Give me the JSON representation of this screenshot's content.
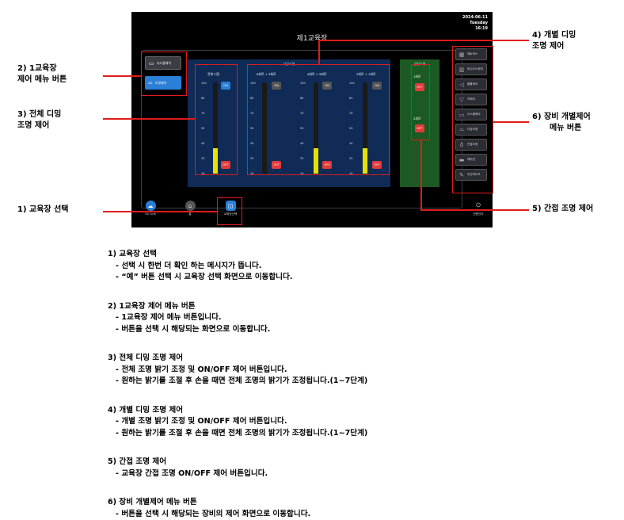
{
  "screen": {
    "title": "제1교육장",
    "date": "2024-06-11",
    "weekday": "Tuesday",
    "time": "16:19",
    "menu_left": [
      {
        "icon": "monitor-icon",
        "label": "디스플레이"
      },
      {
        "icon": "lamp-icon",
        "label": "조명제어"
      }
    ],
    "dimming_header": "디밍조명",
    "indirect_header": "간접조명",
    "total_dimming": {
      "label": "전체 디밍",
      "on": "ON",
      "off": "OFF",
      "level": 0.28
    },
    "zones": [
      {
        "label": "6회로 + 3회로",
        "on": "ON",
        "off": "OFF",
        "level": 0
      },
      {
        "label": "4회로 + 5회로",
        "on": "ON",
        "off": "OFF",
        "level": 0.28
      },
      {
        "label": "2회로 + 1회로",
        "on": "ON",
        "off": "OFF",
        "level": 0.28
      }
    ],
    "scale_ticks": [
      "100",
      "85",
      "70",
      "55",
      "40",
      "25",
      "10"
    ],
    "indirect": [
      {
        "label": "1회로",
        "off": "OFF"
      },
      {
        "label": "2회로",
        "off": "OFF"
      }
    ],
    "side_menu": [
      {
        "icon": "matrix-icon",
        "label": "매트릭스"
      },
      {
        "icon": "video-switch-icon",
        "label": "비디오스위쳐"
      },
      {
        "icon": "speaker-icon",
        "label": "볼륨제어"
      },
      {
        "icon": "camera-icon",
        "label": "카메라"
      },
      {
        "icon": "display-icon",
        "label": "디스플레이"
      },
      {
        "icon": "dimming-lamp-icon",
        "label": "디밍조명"
      },
      {
        "icon": "bulb-icon",
        "label": "간접조명"
      },
      {
        "icon": "aircon-icon",
        "label": "에어컨"
      },
      {
        "icon": "mic-icon",
        "label": "무선마이크"
      }
    ],
    "bottom": [
      {
        "icon": "cloud-icon",
        "label": "On Line"
      },
      {
        "icon": "home-icon",
        "label": "홈"
      },
      {
        "icon": "door-icon",
        "label": "교육장선택"
      }
    ],
    "power_label": "전원관리"
  },
  "callouts": {
    "c1": "1) 교육장 선택",
    "c2a": "2) 1교육장",
    "c2b": "제어 메뉴 버튼",
    "c3a": "3) 전체 디밍",
    "c3b": "조명 제어",
    "c4a": "4) 개별 디밍",
    "c4b": "조명 제어",
    "c5": "5) 간접 조명 제어",
    "c6a": "6) 장비 개별제어",
    "c6b": "메뉴 버튼"
  },
  "description": [
    {
      "title": "1) 교육장 선택",
      "lines": [
        "- 선택 시 한번 더 확인 하는 메시지가 뜹니다.",
        "- “예” 버튼 선택 시 교육장 선택 화면으로 이동합니다."
      ]
    },
    {
      "title": "2) 1교육장 제어 메뉴 버튼",
      "lines": [
        "- 1교육장 제어 메뉴 버튼입니다.",
        "- 버튼을 선택 시 해당되는 화면으로 이동합니다."
      ]
    },
    {
      "title": "3) 전체 디밍 조명 제어",
      "lines": [
        "- 전체 조명 밝기 조정 및 ON/OFF 제어 버튼입니다.",
        "- 원하는 밝기를 조절 후 손을 때면 전체 조명의 밝기가 조정됩니다.(1~7단계)"
      ]
    },
    {
      "title": "4) 개별 디밍 조명 제어",
      "lines": [
        "- 개별 조명 밝기 조정 및 ON/OFF 제어 버튼입니다.",
        "- 원하는 밝기를 조절 후 손을 때면 전체 조명의 밝기가 조정됩니다.(1~7단계)"
      ]
    },
    {
      "title": "5) 간접 조명 제어",
      "lines": [
        "- 교육장 간접 조명 ON/OFF 제어 버튼입니다."
      ]
    },
    {
      "title": "6) 장비 개별제어 메뉴 버튼",
      "lines": [
        "- 버튼을 선택 시 해당되는 장비의 제어 화면으로 이동합니다."
      ]
    }
  ]
}
